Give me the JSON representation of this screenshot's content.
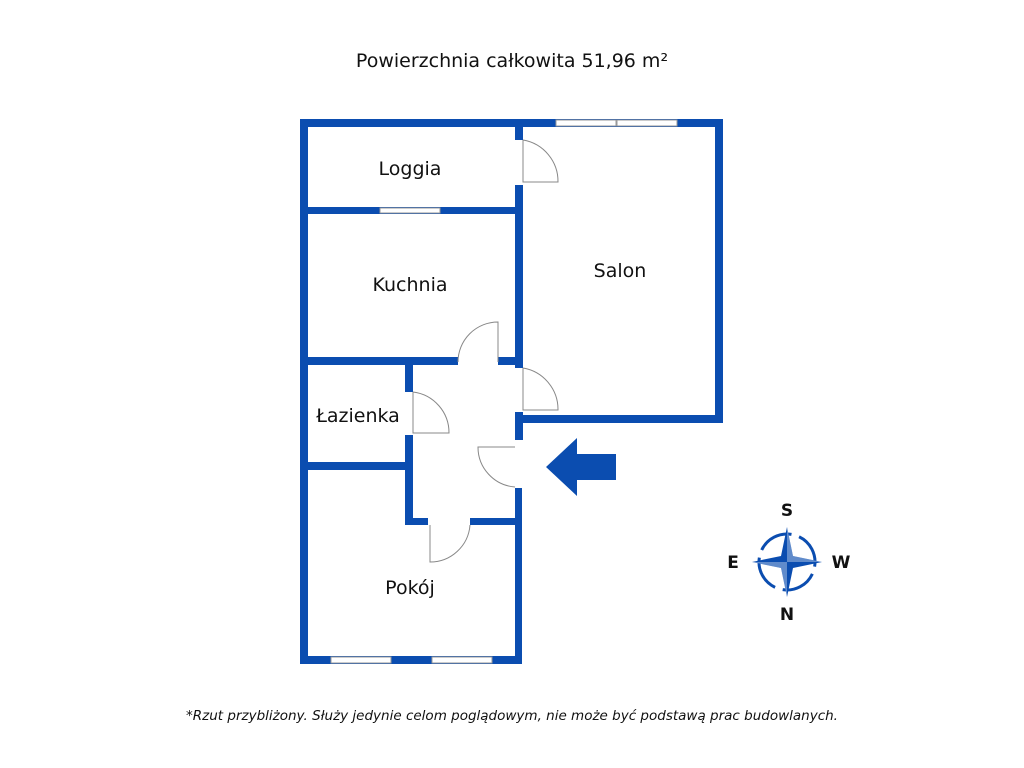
{
  "title": "Powierzchnia całkowita 51,96 m²",
  "rooms": {
    "loggia": "Loggia",
    "kuchnia": "Kuchnia",
    "salon": "Salon",
    "lazienka": "Łazienka",
    "pokoj": "Pokój"
  },
  "compass": {
    "top": "S",
    "left": "E",
    "right": "W",
    "bottom": "N"
  },
  "entrance_icon": "arrow-left-icon",
  "note": "*Rzut przybliżony. Służy jedynie celom poglądowym, nie może być podstawą prac budowlanych.",
  "colors": {
    "wall": "#0b4db0"
  }
}
